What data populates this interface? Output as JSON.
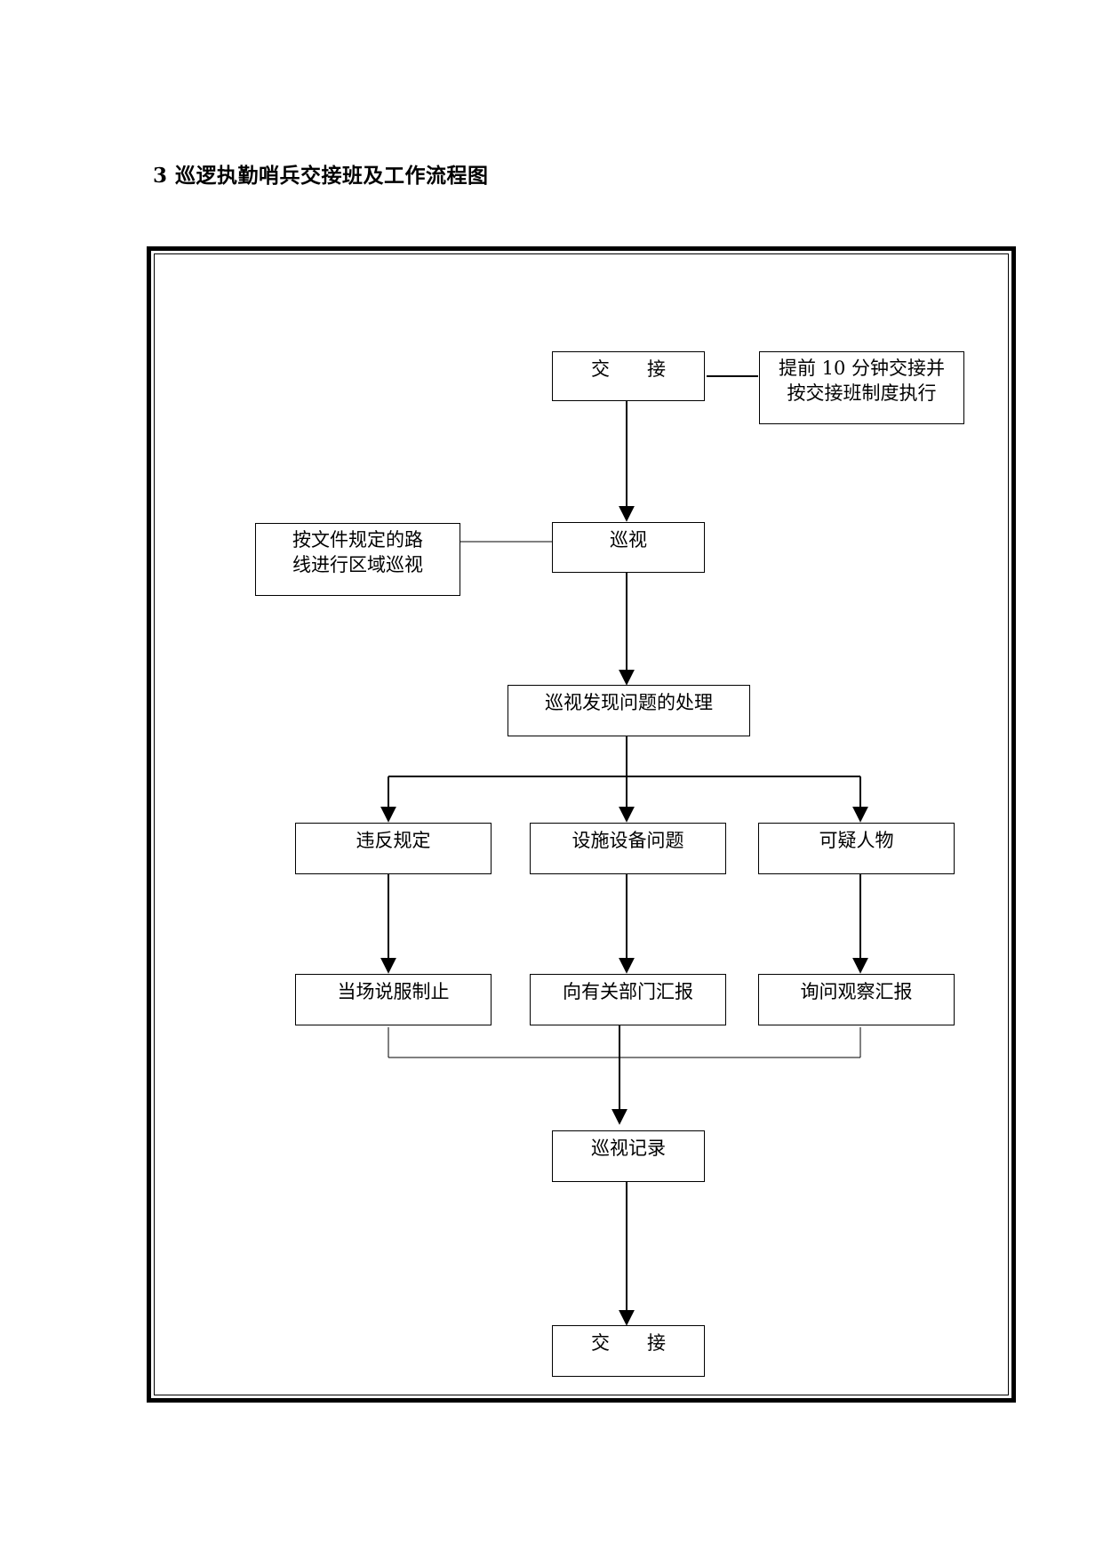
{
  "title": "3 巡逻执勤哨兵交接班及工作流程图",
  "nodes": {
    "handover_top": "交　　接",
    "handover_note_line1": "提前 10 分钟交接并",
    "handover_note_line2": "按交接班制度执行",
    "patrol": "巡视",
    "patrol_note_line1": "按文件规定的路",
    "patrol_note_line2": "线进行区域巡视",
    "issue_handling": "巡视发现问题的处理",
    "violation": "违反规定",
    "facility_issue": "设施设备问题",
    "suspicious_person": "可疑人物",
    "stop_on_site": "当场说服制止",
    "report_department": "向有关部门汇报",
    "inquire_report": "询问观察汇报",
    "patrol_record": "巡视记录",
    "handover_bottom": "交　　接"
  }
}
